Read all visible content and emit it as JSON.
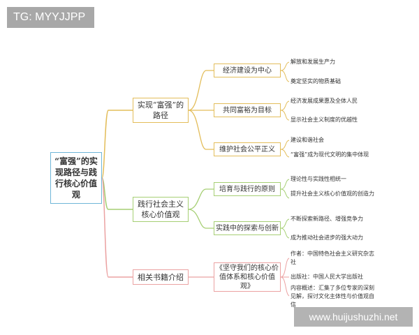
{
  "tag": "TG: MYYJJPP",
  "watermark": "www.huijushuzhi.net",
  "colors": {
    "root": "#6fb6d8",
    "branch1": "#e3bd5a",
    "branch2": "#a6cf74",
    "branch3": "#eba2a2"
  },
  "root": "“富强”的实现路径与践行核心价值观",
  "branches": [
    {
      "label": "实现“富强”的路径",
      "children": [
        {
          "label": "经济建设为中心",
          "leaves": [
            "解放和发展生产力",
            "奠定坚实的物质基础"
          ]
        },
        {
          "label": "共同富裕为目标",
          "leaves": [
            "经济发展成果惠及全体人民",
            "显示社会主义制度的优越性"
          ]
        },
        {
          "label": "维护社会公平正义",
          "leaves": [
            "建设和谐社会",
            "“富强”成为现代文明的集中体现"
          ]
        }
      ]
    },
    {
      "label": "践行社会主义核心价值观",
      "children": [
        {
          "label": "培育与践行的原则",
          "leaves": [
            "理论性与实践性相统一",
            "提升社会主义核心价值观的创造力"
          ]
        },
        {
          "label": "实践中的探索与创新",
          "leaves": [
            "不断探索新路径、增强竞争力",
            "成为推动社会进步的强大动力"
          ]
        }
      ]
    },
    {
      "label": "相关书籍介绍",
      "children": [
        {
          "label": "《坚守我们的核心价值体系和核心价值观》",
          "leaves": [
            "作者：中国特色社会主义研究杂志社",
            "出版社：中国人民大学出版社",
            "内容概述：汇集了多位专家的深刻见解，探讨文化主体性与价值观自信"
          ]
        }
      ]
    }
  ]
}
